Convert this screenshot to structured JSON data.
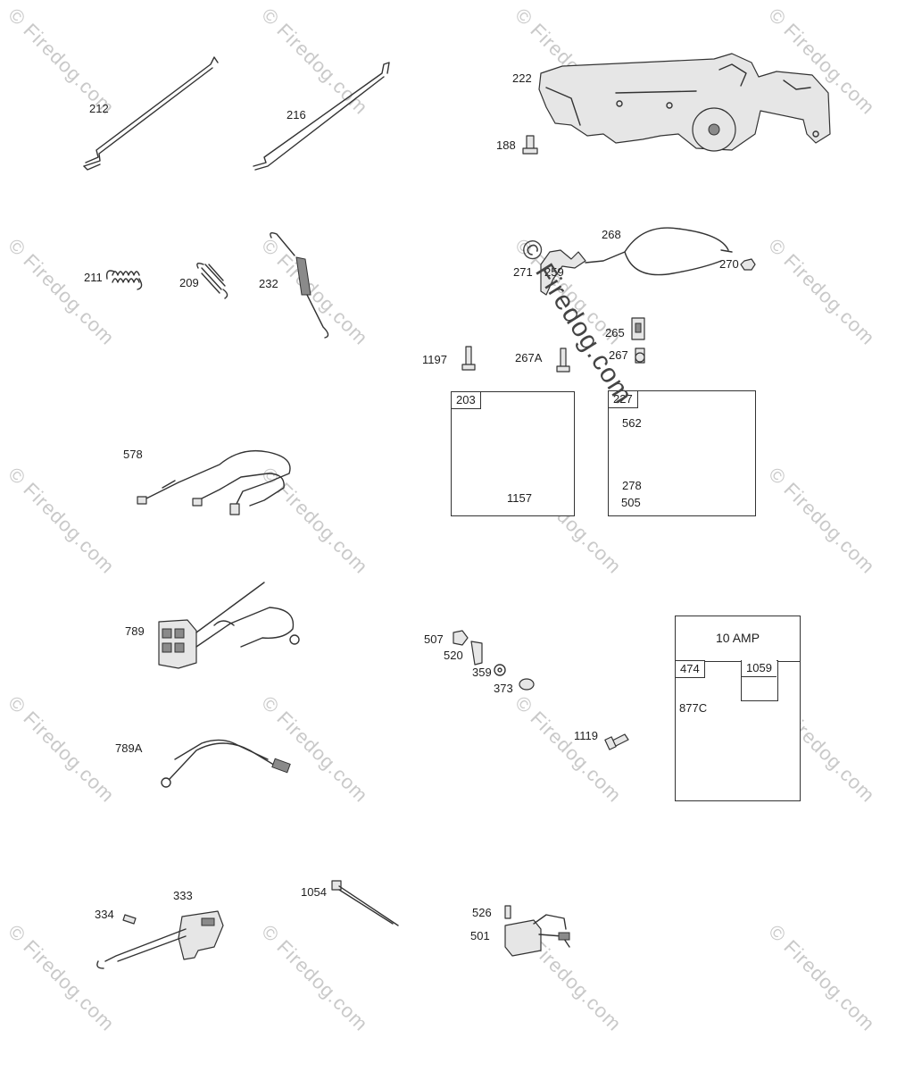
{
  "watermark_text": "© Firedog.com",
  "labels": {
    "p212": "212",
    "p216": "216",
    "p222": "222",
    "p188": "188",
    "p211": "211",
    "p209": "209",
    "p232": "232",
    "p268": "268",
    "p271": "271",
    "p259": "259",
    "p270": "270",
    "p265": "265",
    "p1197": "1197",
    "p267a": "267A",
    "p267": "267",
    "p578": "578",
    "p203": "203",
    "p1157": "1157",
    "p227": "227",
    "p562": "562",
    "p278": "278",
    "p505": "505",
    "p789": "789",
    "p789a": "789A",
    "p507": "507",
    "p520": "520",
    "p359": "359",
    "p373": "373",
    "p1119": "1119",
    "amp_title": "10 AMP",
    "p474": "474",
    "p1059": "1059",
    "p877c": "877C",
    "p333": "333",
    "p334": "334",
    "p1054": "1054",
    "p526": "526",
    "p501": "501"
  },
  "icons": [
    "rod-icon",
    "spring-icon",
    "bracket-icon",
    "cable-icon",
    "bolt-icon",
    "nut-icon",
    "wire-harness-icon",
    "connector-icon",
    "alternator-icon",
    "ignition-coil-icon",
    "tie-wrap-icon",
    "regulator-icon"
  ]
}
